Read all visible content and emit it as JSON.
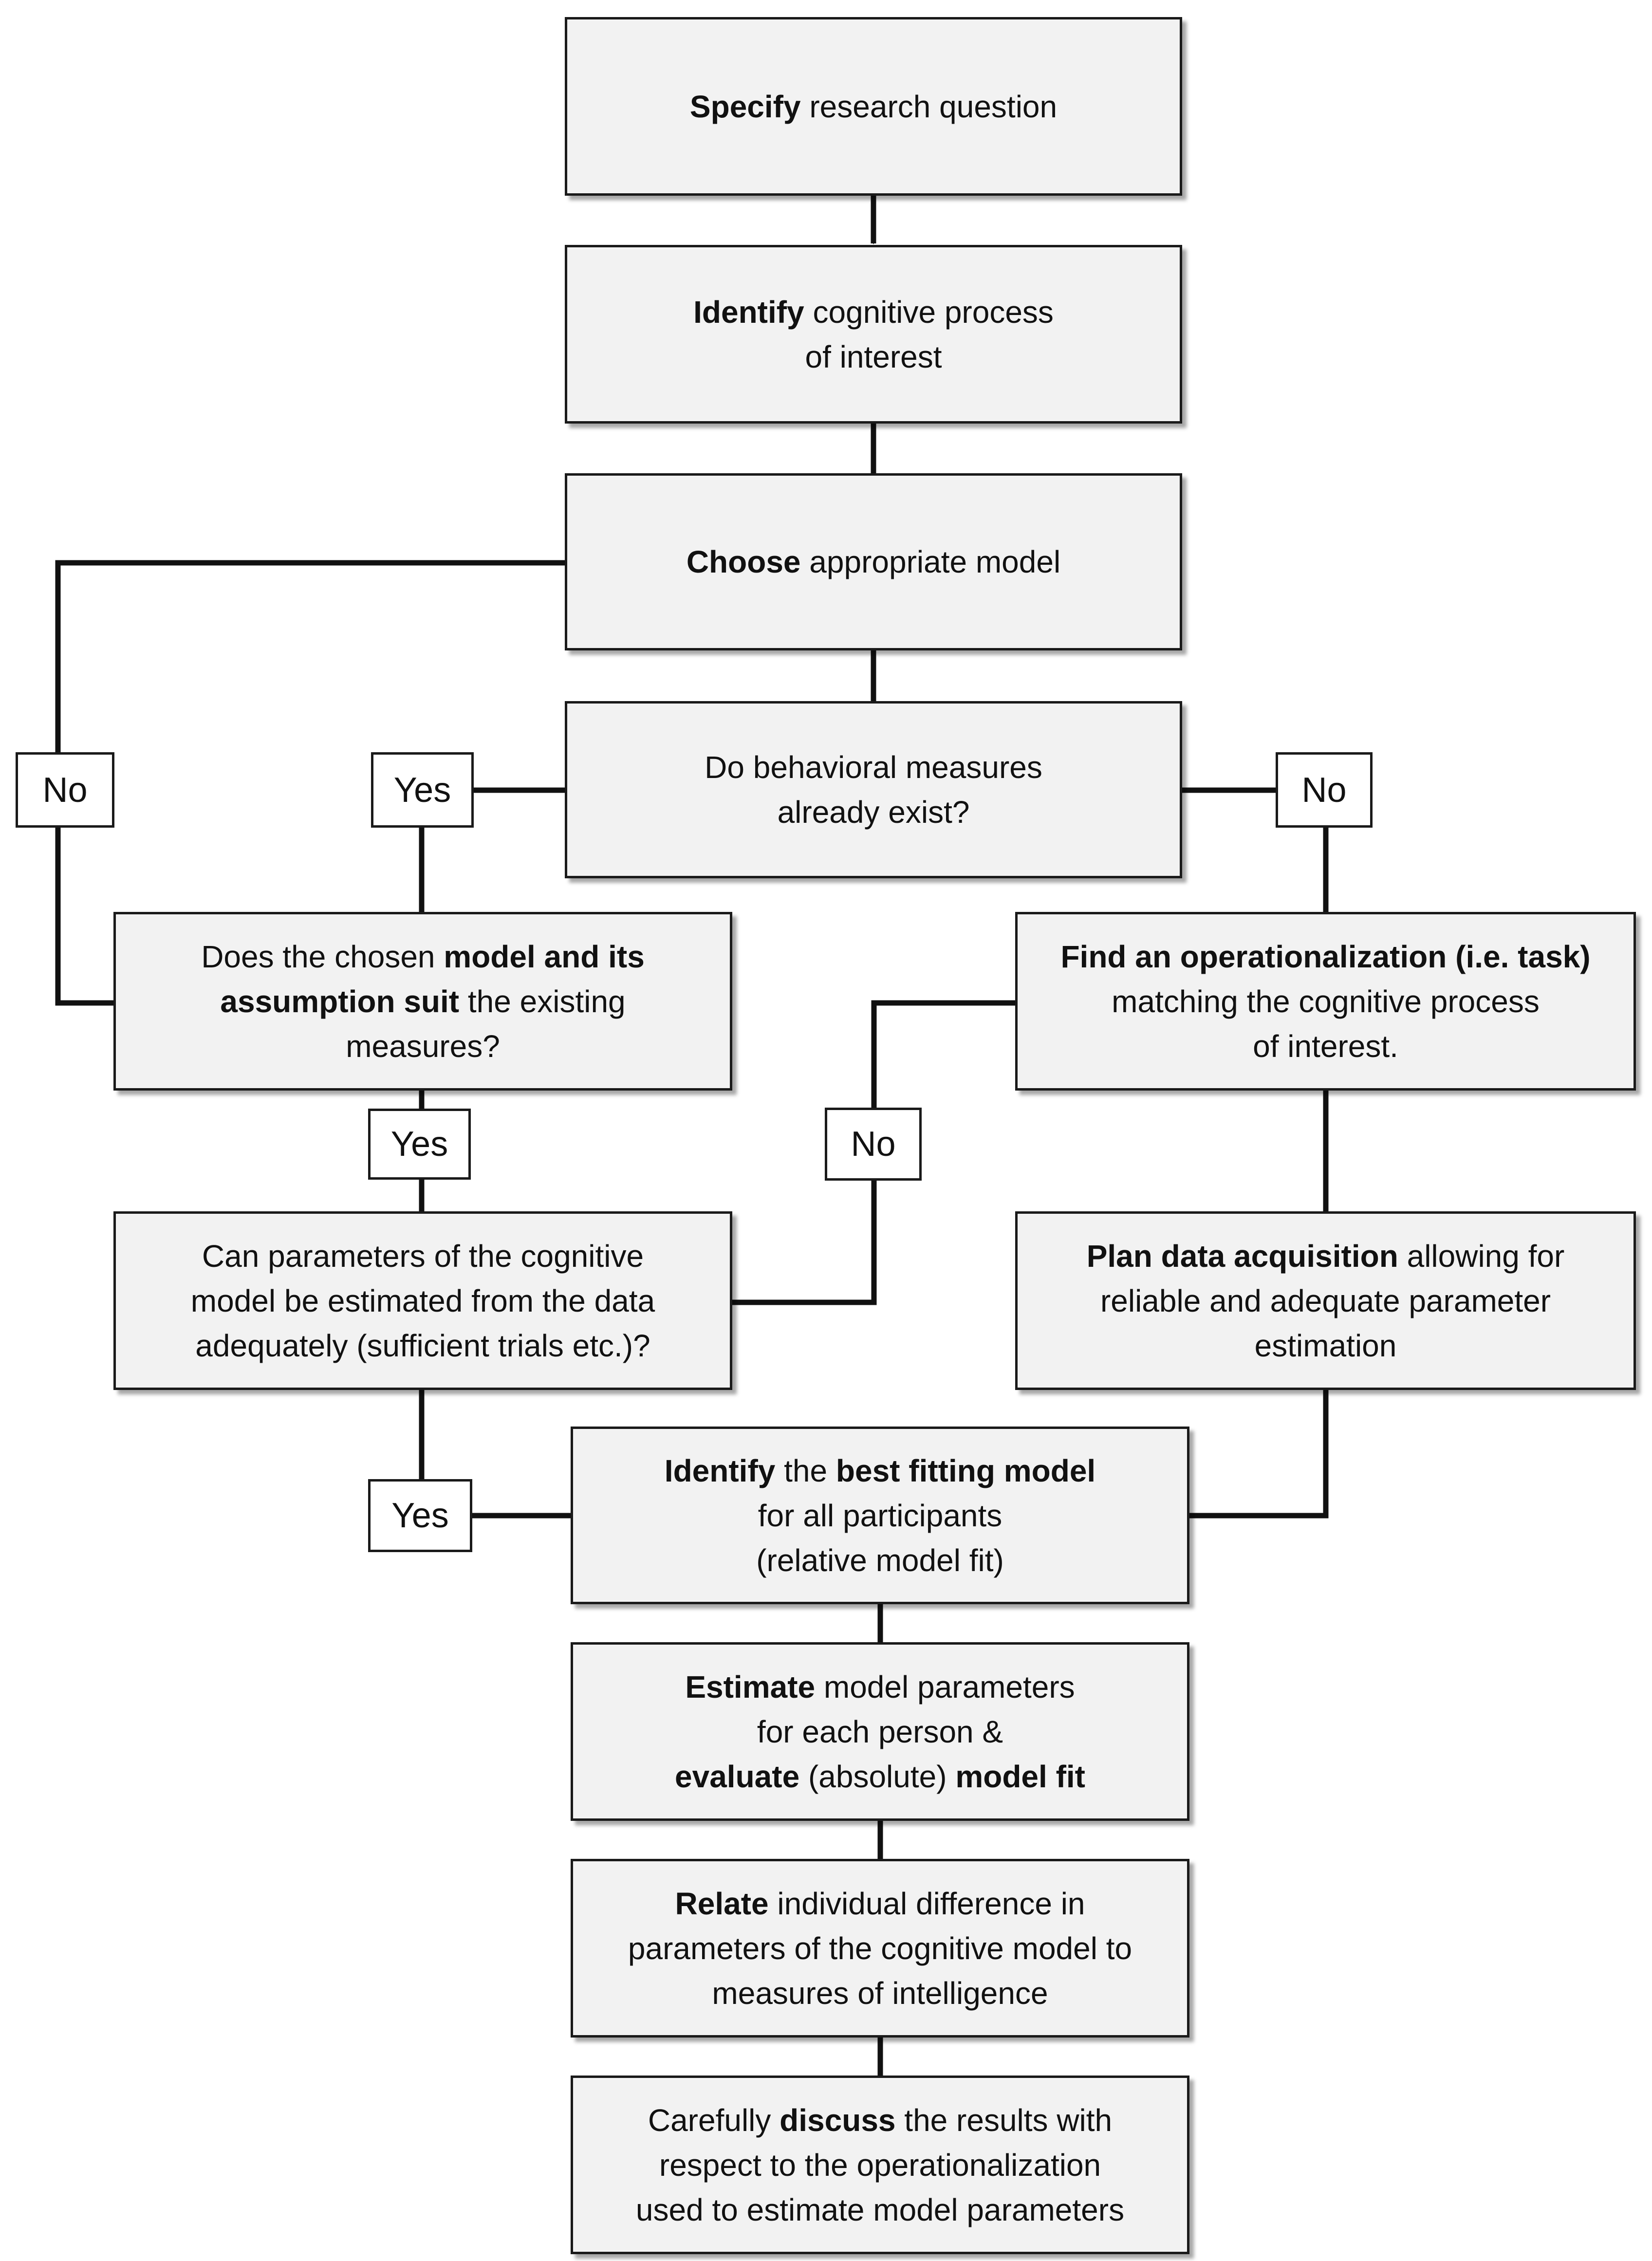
{
  "nodes": {
    "specify": {
      "l1": [
        "Specify",
        " research question"
      ]
    },
    "identify_process": {
      "l1": [
        "Identify",
        " cognitive process"
      ],
      "l2": "of interest"
    },
    "choose_model": {
      "l1": [
        "Choose",
        " appropriate model"
      ]
    },
    "behavioral_exist": {
      "l1": "Do behavioral measures",
      "l2": "already exist?"
    },
    "model_suit": {
      "l1": [
        "Does the chosen ",
        "model and its"
      ],
      "l2": [
        "assumption suit",
        " the existing"
      ],
      "l3": "measures?"
    },
    "find_operationalization": {
      "l1": "Find an operationalization (i.e. task)",
      "l2": "matching the cognitive process",
      "l3": "of interest."
    },
    "estimate_params_q": {
      "l1": "Can parameters of the cognitive",
      "l2": "model be estimated from the data",
      "l3": "adequately (sufficient trials etc.)?"
    },
    "plan_data": {
      "l1": [
        "Plan data acquisition",
        " allowing for"
      ],
      "l2": "reliable and adequate parameter",
      "l3": "estimation"
    },
    "identify_best": {
      "l1": [
        "Identify",
        " the ",
        "best fitting model"
      ],
      "l2": "for all participants",
      "l3": "(relative model fit)"
    },
    "estimate_params": {
      "l1": [
        "Estimate",
        " model parameters"
      ],
      "l2": "for each person &",
      "l3": [
        "evaluate",
        " (absolute) ",
        "model fit"
      ]
    },
    "relate": {
      "l1": [
        "Relate",
        " individual difference in"
      ],
      "l2": "parameters of the cognitive model to",
      "l3": "measures of intelligence"
    },
    "discuss": {
      "l1": [
        "Carefully ",
        "discuss",
        " the results with"
      ],
      "l2": "respect to the operationalization",
      "l3": "used to estimate model parameters"
    }
  },
  "edge_labels": {
    "no_left": "No",
    "yes_exist": "Yes",
    "no_exist": "No",
    "yes_suit": "Yes",
    "no_estimate": "No",
    "yes_estimate": "Yes"
  }
}
